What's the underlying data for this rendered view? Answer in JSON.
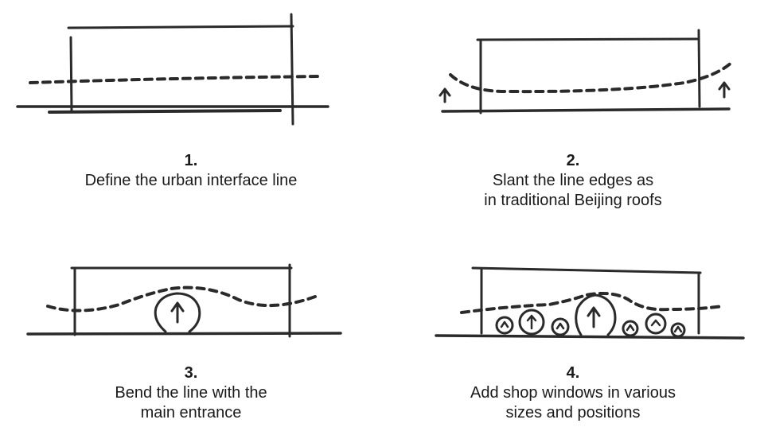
{
  "steps": [
    {
      "number": "1.",
      "text": "Define the urban interface line"
    },
    {
      "number": "2.",
      "text": "Slant the line edges as\nin traditional Beijing roofs"
    },
    {
      "number": "3.",
      "text": "Bend the line with the\nmain entrance"
    },
    {
      "number": "4.",
      "text": "Add shop windows in various\nsizes and positions"
    }
  ],
  "colors": {
    "ink": "#2a2a2a",
    "background": "#ffffff"
  }
}
